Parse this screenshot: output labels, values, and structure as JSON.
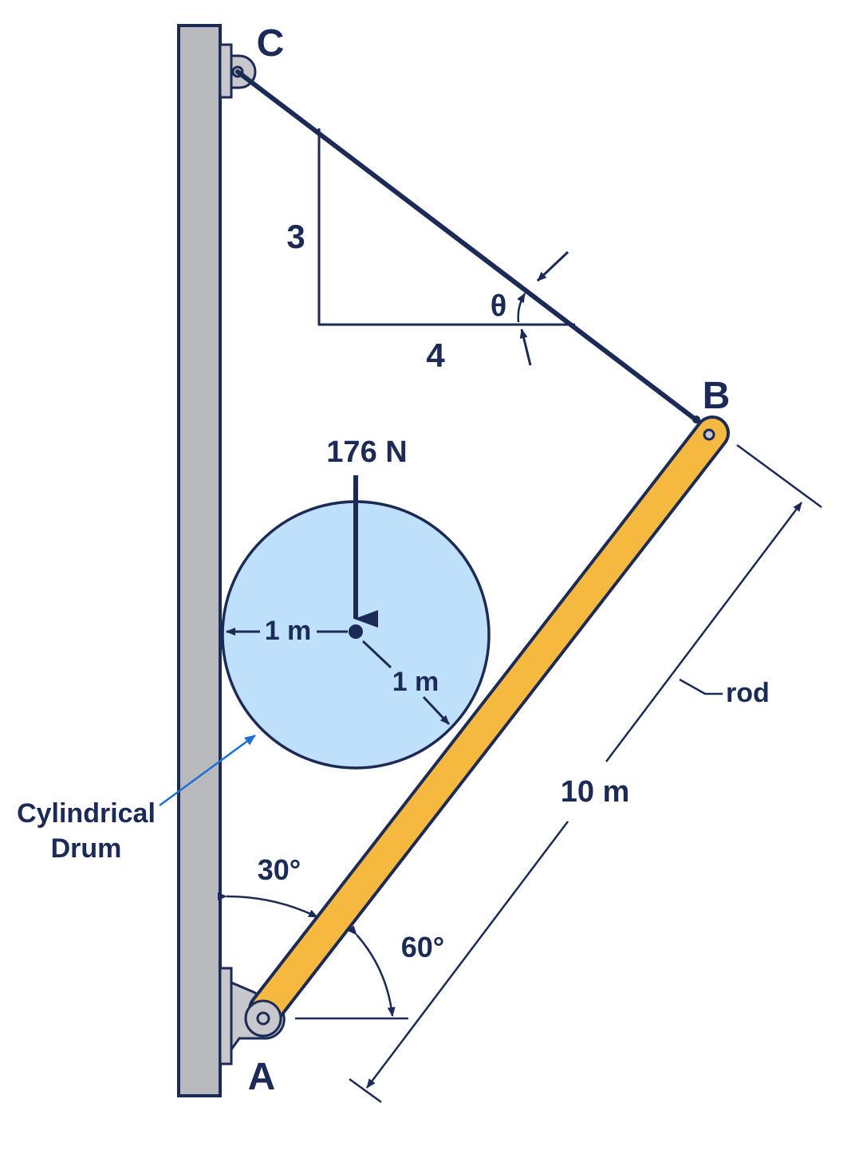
{
  "points": {
    "a": "A",
    "b": "B",
    "c": "C"
  },
  "slope": {
    "rise": "3",
    "run": "4",
    "angle": "θ"
  },
  "drum": {
    "load": "176 N",
    "radius_horizontal": "1 m",
    "radius_diagonal": "1 m",
    "caption_line1": "Cylindrical",
    "caption_line2": "Drum"
  },
  "rod": {
    "name": "rod",
    "length": "10 m"
  },
  "angles": {
    "from_wall": "30°",
    "from_horizontal": "60°"
  },
  "colors": {
    "ink": "#1b2a57",
    "wall": "#b8babd",
    "drum_fill": "#bfe0fb",
    "rod_fill": "#f6b940",
    "support": "#c6c8cb",
    "leader_blue": "#1e6fd6"
  }
}
